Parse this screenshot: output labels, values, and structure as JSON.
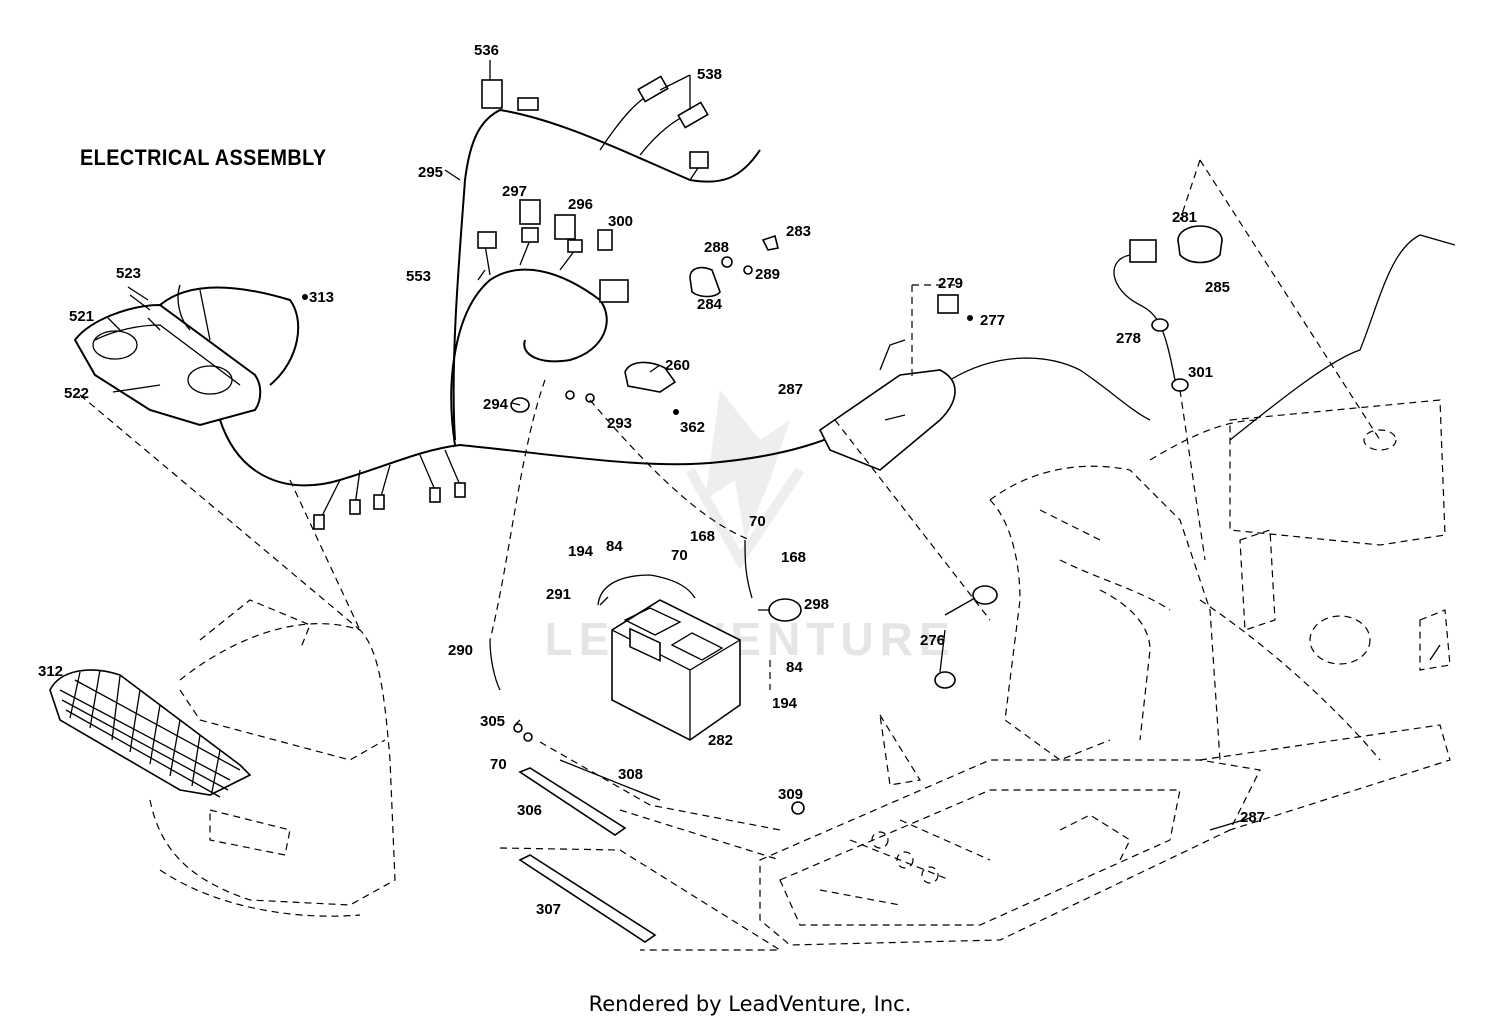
{
  "diagram": {
    "title": "ELECTRICAL ASSEMBLY",
    "watermark": "LEADVENTURE",
    "footer": "Rendered by LeadVenture, Inc.",
    "labels": [
      "536",
      "538",
      "295",
      "297",
      "296",
      "300",
      "288",
      "283",
      "289",
      "284",
      "553",
      "523",
      "313",
      "521",
      "522",
      "294",
      "260",
      "293",
      "362",
      "287",
      "279",
      "277",
      "281",
      "285",
      "278",
      "301",
      "194",
      "84",
      "70",
      "168",
      "70",
      "168",
      "291",
      "298",
      "290",
      "84",
      "194",
      "282",
      "305",
      "70",
      "308",
      "306",
      "307",
      "309",
      "312",
      "276",
      "287"
    ]
  }
}
